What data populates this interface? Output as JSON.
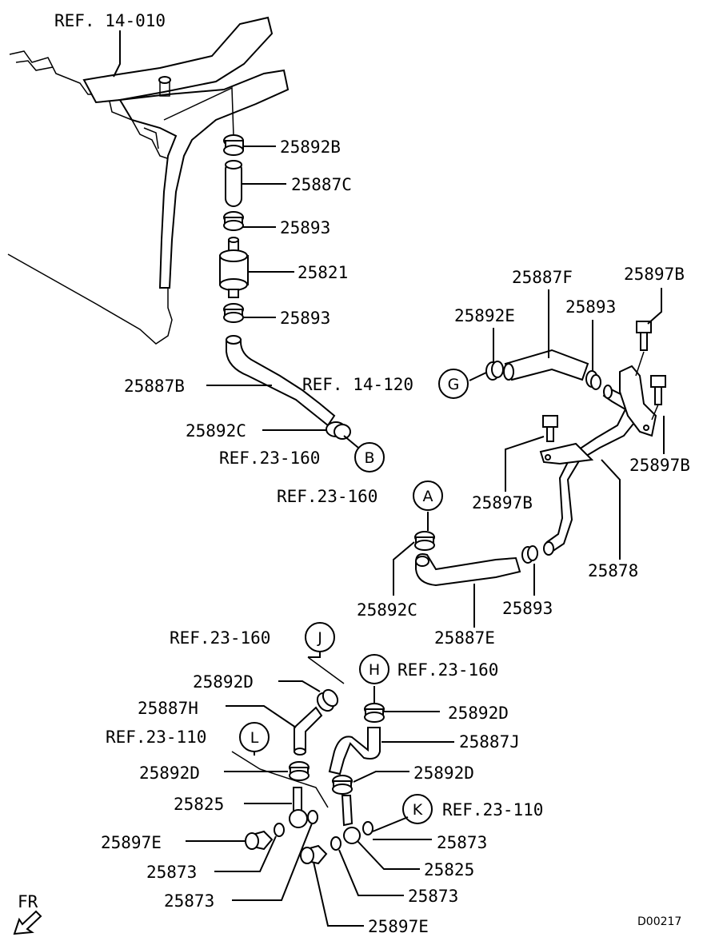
{
  "diagram_id": "D00217",
  "direction_label": "FR",
  "labels": {
    "ref_14_010": "REF. 14-010",
    "p_25892B": "25892B",
    "p_25887C": "25887C",
    "p_25893_a": "25893",
    "p_25821": "25821",
    "p_25893_b": "25893",
    "p_25887B": "25887B",
    "p_25892C_a": "25892C",
    "ref_23_160_b": "REF.23-160",
    "p_25887F": "25887F",
    "p_25897B_a": "25897B",
    "p_25892E": "25892E",
    "p_25893_c": "25893",
    "ref_14_120": "REF. 14-120",
    "p_25897B_b": "25897B",
    "p_25897B_c": "25897B",
    "ref_23_160_a": "REF.23-160",
    "p_25878": "25878",
    "p_25892C_b": "25892C",
    "p_25893_d": "25893",
    "p_25887E": "25887E",
    "ref_23_160_j": "REF.23-160",
    "p_25892D_a": "25892D",
    "ref_23_160_h": "REF.23-160",
    "p_25887H": "25887H",
    "p_25892D_b": "25892D",
    "ref_23_110_l": "REF.23-110",
    "p_25887J": "25887J",
    "p_25892D_c": "25892D",
    "p_25892D_d": "25892D",
    "p_25825_a": "25825",
    "ref_23_110_k": "REF.23-110",
    "p_25897E_a": "25897E",
    "p_25873_a": "25873",
    "p_25873_b": "25873",
    "p_25825_b": "25825",
    "p_25873_c": "25873",
    "p_25873_d": "25873",
    "p_25897E_b": "25897E"
  },
  "connectors": {
    "G": "G",
    "B": "B",
    "A": "A",
    "J": "J",
    "H": "H",
    "L": "L",
    "K": "K"
  }
}
